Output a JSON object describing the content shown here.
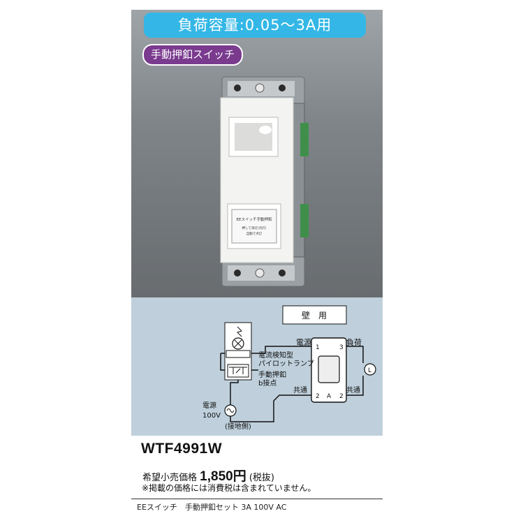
{
  "header": {
    "capacity_label": "負荷容量:0.05〜3A用",
    "mode_label": "手動押釦スイッチ"
  },
  "product_face": {
    "switch_label_line1": "EEスイッチ手動押釦",
    "switch_label_line2": "押して消灯(点灯)",
    "switch_label_line3": "自動で点灯"
  },
  "diagram": {
    "mount_label": "壁　用",
    "power_label": "電源",
    "load_label": "負荷",
    "pilot_lamp_line1": "電流検知型",
    "pilot_lamp_line2": "パイロットランプ",
    "button_line1": "手動押釦",
    "button_line2": "b接点",
    "common_left": "共通",
    "common_right": "共通",
    "source_line1": "電源",
    "source_line2": "100V",
    "ground_side": "(接地側)",
    "terminal_1": "1",
    "terminal_3": "3",
    "terminal_2_left": "2",
    "terminal_2_right": "2",
    "terminal_A": "A",
    "load_symbol": "L"
  },
  "product": {
    "model": "WTF4991W",
    "price_label": "希望小売価格",
    "price_value": "1,850円",
    "tax_note": "(税抜)",
    "consumption_tax_note": "※掲載の価格には消費税は含まれていません。",
    "description": "EEスイッチ　手動押釦セット 3A 100V AC"
  },
  "colors": {
    "capacity_badge": "#34b7e6",
    "mode_badge": "#7a3b8f",
    "diagram_bg": "#bfd0dc",
    "photo_bg": "#7f8488"
  }
}
